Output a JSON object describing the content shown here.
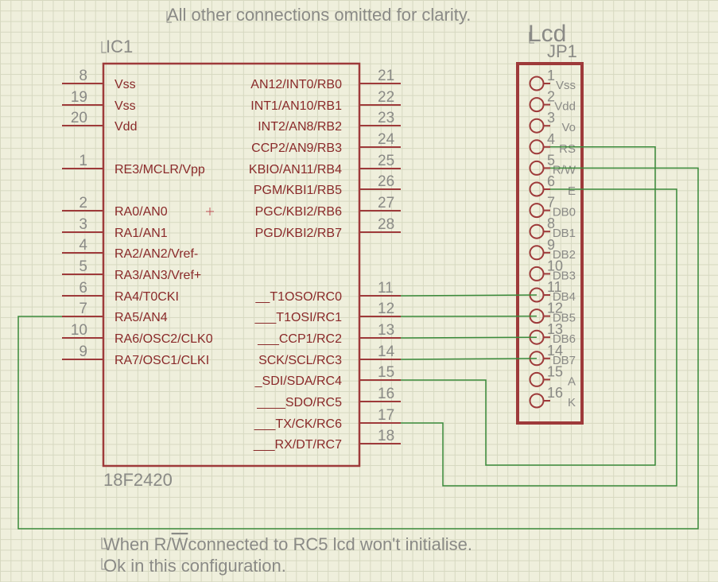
{
  "header_note": "All other connections omitted for clarity.",
  "footer_note_line1_prefix": "When R/",
  "footer_note_line1_overbar": "W",
  "footer_note_line1_suffix": "connected to RC5 lcd won't initialise.",
  "footer_note_line2": "Ok in this configuration.",
  "ic": {
    "ref": "IC1",
    "part": "18F2420",
    "left_pins": [
      {
        "num": "8",
        "name": "Vss"
      },
      {
        "num": "19",
        "name": "Vss"
      },
      {
        "num": "20",
        "name": "Vdd"
      },
      {
        "num": "1",
        "name": "RE3/MCLR/Vpp"
      },
      {
        "num": "2",
        "name": "RA0/AN0"
      },
      {
        "num": "3",
        "name": "RA1/AN1"
      },
      {
        "num": "4",
        "name": "RA2/AN2/Vref-"
      },
      {
        "num": "5",
        "name": "RA3/AN3/Vref+"
      },
      {
        "num": "6",
        "name": "RA4/T0CKI"
      },
      {
        "num": "7",
        "name": "RA5/AN4"
      },
      {
        "num": "10",
        "name": "RA6/OSC2/CLK0"
      },
      {
        "num": "9",
        "name": "RA7/OSC1/CLKI"
      }
    ],
    "right_pins": [
      {
        "num": "21",
        "name": "AN12/INT0/RB0"
      },
      {
        "num": "22",
        "name": "INT1/AN10/RB1"
      },
      {
        "num": "23",
        "name": "INT2/AN8/RB2"
      },
      {
        "num": "24",
        "name": "CCP2/AN9/RB3"
      },
      {
        "num": "25",
        "name": "KBIO/AN11/RB4"
      },
      {
        "num": "26",
        "name": "PGM/KBI1/RB5"
      },
      {
        "num": "27",
        "name": "PGC/KBI2/RB6"
      },
      {
        "num": "28",
        "name": "PGD/KBI2/RB7"
      },
      {
        "num": "11",
        "name": "__T1OSO/RC0"
      },
      {
        "num": "12",
        "name": "___T1OSI/RC1"
      },
      {
        "num": "13",
        "name": "___CCP1/RC2"
      },
      {
        "num": "14",
        "name": "SCK/SCL/RC3"
      },
      {
        "num": "15",
        "name": "_SDI/SDA/RC4"
      },
      {
        "num": "16",
        "name": "____SDO/RC5"
      },
      {
        "num": "17",
        "name": "___TX/CK/RC6"
      },
      {
        "num": "18",
        "name": "___RX/DT/RC7"
      }
    ]
  },
  "lcd": {
    "title": "Lcd",
    "ref": "JP1",
    "pins": [
      {
        "num": "1",
        "name": "Vss"
      },
      {
        "num": "2",
        "name": "Vdd"
      },
      {
        "num": "3",
        "name": "Vo"
      },
      {
        "num": "4",
        "name": "RS"
      },
      {
        "num": "5",
        "name": "R/W"
      },
      {
        "num": "6",
        "name": "E"
      },
      {
        "num": "7",
        "name": "DB0"
      },
      {
        "num": "8",
        "name": "DB1"
      },
      {
        "num": "9",
        "name": "DB2"
      },
      {
        "num": "10",
        "name": "DB3"
      },
      {
        "num": "11",
        "name": "DB4"
      },
      {
        "num": "12",
        "name": "DB5"
      },
      {
        "num": "13",
        "name": "DB6"
      },
      {
        "num": "14",
        "name": "DB7"
      },
      {
        "num": "15",
        "name": "A"
      },
      {
        "num": "16",
        "name": "K"
      }
    ]
  },
  "connections": [
    {
      "from_pin": "11",
      "to_pin": "11"
    },
    {
      "from_pin": "12",
      "to_pin": "12"
    },
    {
      "from_pin": "13",
      "to_pin": "13"
    },
    {
      "from_pin": "14",
      "to_pin": "14"
    },
    {
      "from_pin": "15",
      "to_pin": "4"
    },
    {
      "from_pin": "17",
      "to_pin": "6"
    },
    {
      "from_pin": "7",
      "to_pin": "5"
    }
  ],
  "colors": {
    "component": "#9e3a3a",
    "label": "#8a2a2a",
    "wire": "#3a8a3a",
    "text": "#8a8a86",
    "background": "#efefdc"
  }
}
